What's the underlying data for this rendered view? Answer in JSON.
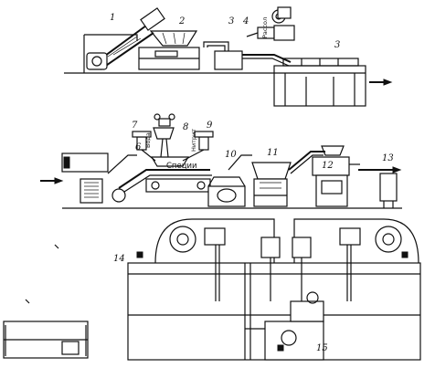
{
  "labels": {
    "n1": "1",
    "n2": "2",
    "n3a": "3",
    "n4": "4",
    "n3b": "3",
    "n6": "6",
    "n7": "7",
    "n8": "8",
    "n9": "9",
    "n10": "10",
    "n11": "11",
    "n12": "12",
    "n13": "13",
    "n14": "14",
    "n15": "15"
  },
  "words": {
    "rassol": "Рассол",
    "voda": "Вода",
    "nitrit": "Нитрит",
    "specii": "Специи"
  },
  "colors": {
    "ink": "#111111",
    "paper": "#ffffff"
  }
}
